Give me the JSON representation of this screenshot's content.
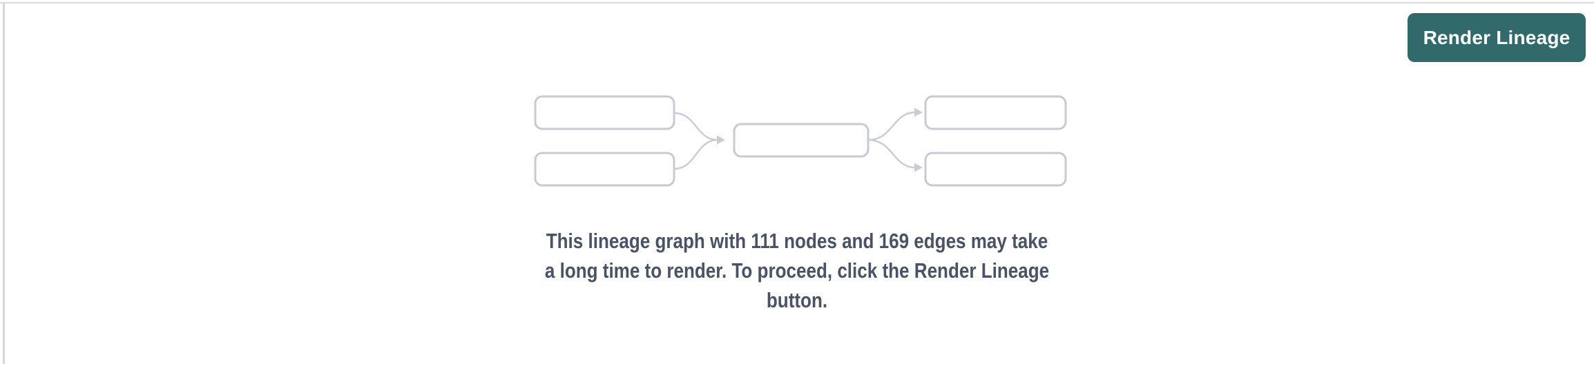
{
  "toolbar": {
    "render_lineage_label": "Render Lineage"
  },
  "placeholder": {
    "node_count": "111",
    "edge_count": "169",
    "message": "This lineage graph with 111 nodes and 169 edges may take a long time to render. To proceed, click the Render Lineage button.",
    "message_lines": [
      "This lineage graph with 111 nodes and 169 edges may take",
      "a long time to render. To proceed, click the Render Lineage",
      "button."
    ]
  },
  "icons": {
    "illustration": "lineage-graph-placeholder-icon"
  },
  "colors": {
    "button_background": "#326a6c",
    "button_text": "#ffffff",
    "message_text": "#4a5365",
    "node_outline": "#c6cad3",
    "edge_line": "#c9cdd6",
    "panel_border": "#dcdce0"
  }
}
